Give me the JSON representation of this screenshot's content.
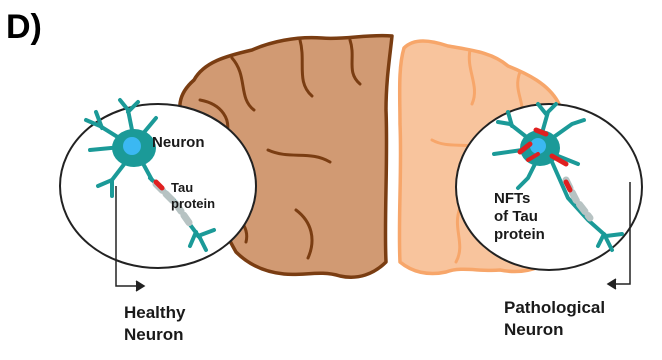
{
  "panel_label": "D)",
  "labels": {
    "neuron": "Neuron",
    "tau_line1": "Tau",
    "tau_line2": "protein",
    "nft_line1": "NFTs",
    "nft_line2": "of Tau",
    "nft_line3": "protein",
    "healthy_line1": "Healthy",
    "healthy_line2": "Neuron",
    "pathological_line1": "Pathological",
    "pathological_line2": "Neuron"
  },
  "colors": {
    "healthy_brain_fill": "#d19a73",
    "healthy_brain_outline": "#7a3d12",
    "pathological_brain_fill": "#f8c49d",
    "pathological_brain_outline": "#f7a66a",
    "neuron": "#1b9a98",
    "nucleus": "#3bb8f2",
    "tau_tangle": "#e02020",
    "axon_sheath": "#b7c3c3"
  },
  "icons": {
    "healthy_neuron": "neuron-icon",
    "pathological_neuron": "neuron-with-tangles-icon"
  }
}
